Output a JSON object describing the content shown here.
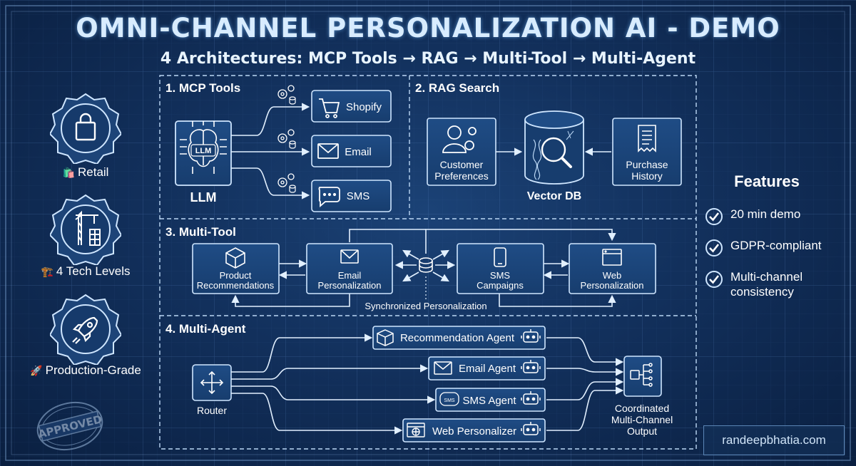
{
  "title": "OMNI-CHANNEL PERSONALIZATION AI - DEMO",
  "subtitle": "4 Architectures: MCP Tools → RAG → Multi-Tool → Multi-Agent",
  "badges": [
    {
      "label": "Retail",
      "emoji": "🛍️",
      "icon": "shopping-bag-icon"
    },
    {
      "label": "4 Tech Levels",
      "emoji": "🏗️",
      "icon": "crane-icon"
    },
    {
      "label": "Production-Grade",
      "emoji": "🚀",
      "icon": "rocket-icon"
    }
  ],
  "stamp": "APPROVED",
  "sections": {
    "mcp": {
      "title": "1. MCP Tools",
      "llm_badge": "LLM",
      "llm_label": "LLM",
      "tools": [
        "Shopify",
        "Email",
        "SMS"
      ]
    },
    "rag": {
      "title": "2. RAG Search",
      "left_box": [
        "Customer",
        "Preferences"
      ],
      "right_box": [
        "Purchase",
        "History"
      ],
      "db_label": "Vector DB"
    },
    "multitool": {
      "title": "3. Multi-Tool",
      "boxes": [
        [
          "Product",
          "Recommendations"
        ],
        [
          "Email",
          "Personalization"
        ],
        [
          "SMS",
          "Campaigns"
        ],
        [
          "Web",
          "Personalization"
        ]
      ],
      "sync_label": "Synchronized Personalization"
    },
    "multiagent": {
      "title": "4. Multi-Agent",
      "router_label": "Router",
      "agents": [
        "Recommendation Agent",
        "Email Agent",
        "SMS Agent",
        "Web Personalizer"
      ],
      "sms_chip": "SMS",
      "output_label": [
        "Coordinated",
        "Multi-Channel",
        "Output"
      ]
    }
  },
  "features": {
    "title": "Features",
    "items": [
      "20 min demo",
      "GDPR-compliant",
      "Multi-channel consistency"
    ]
  },
  "website": "randeepbhatia.com",
  "colors": {
    "background": "#12305c",
    "line": "#cfe6ff",
    "accent": "#8fc4ff",
    "text": "#ffffff"
  }
}
